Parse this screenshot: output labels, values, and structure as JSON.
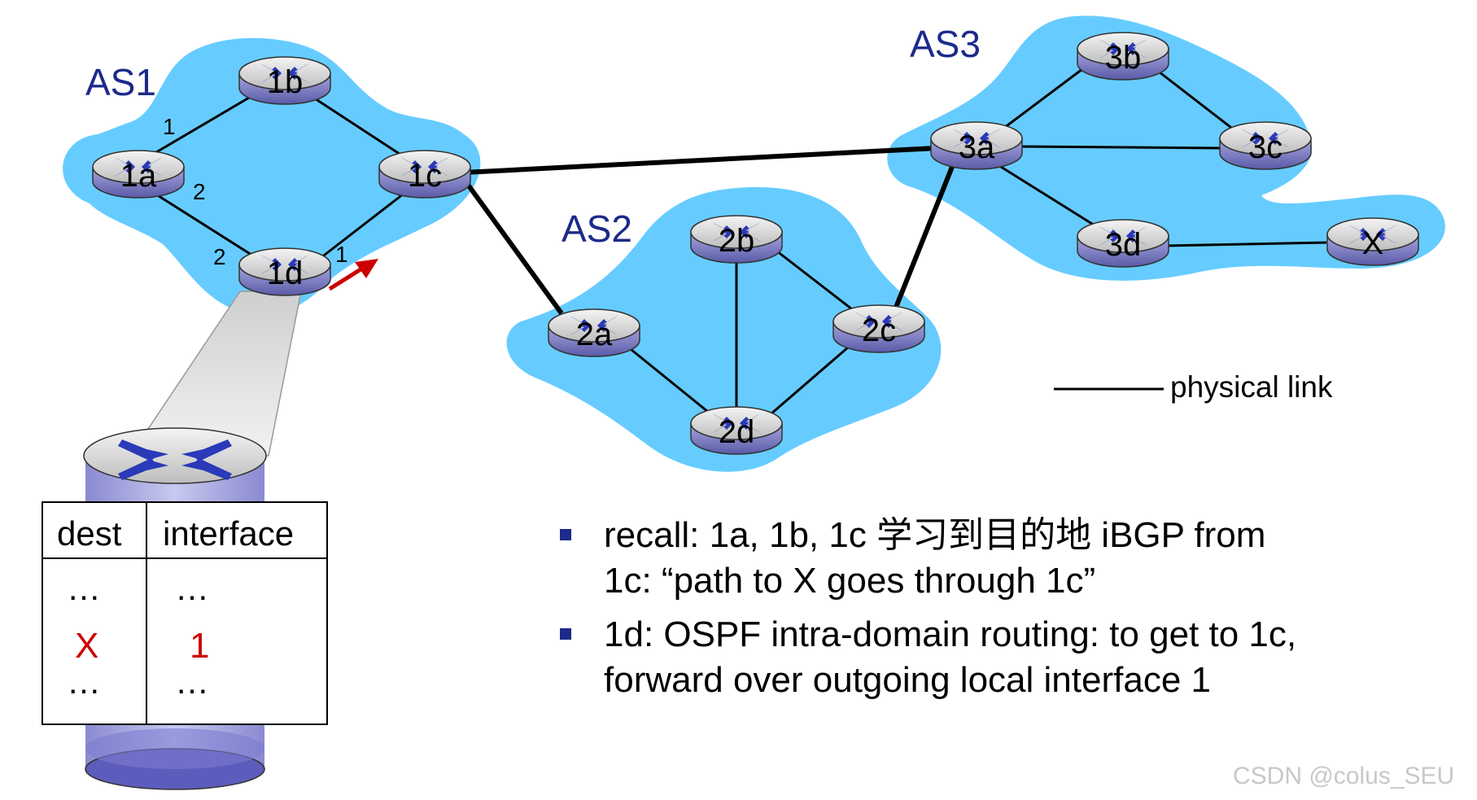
{
  "as_regions": [
    {
      "id": "as1",
      "label": "AS1"
    },
    {
      "id": "as2",
      "label": "AS2"
    },
    {
      "id": "as3",
      "label": "AS3"
    }
  ],
  "routers": [
    {
      "id": "1a",
      "label": "1a"
    },
    {
      "id": "1b",
      "label": "1b"
    },
    {
      "id": "1c",
      "label": "1c"
    },
    {
      "id": "1d",
      "label": "1d"
    },
    {
      "id": "2a",
      "label": "2a"
    },
    {
      "id": "2b",
      "label": "2b"
    },
    {
      "id": "2c",
      "label": "2c"
    },
    {
      "id": "2d",
      "label": "2d"
    },
    {
      "id": "3a",
      "label": "3a"
    },
    {
      "id": "3b",
      "label": "3b"
    },
    {
      "id": "3c",
      "label": "3c"
    },
    {
      "id": "3d",
      "label": "3d"
    },
    {
      "id": "x",
      "label": "X"
    }
  ],
  "interface_labels": [
    {
      "id": "1a-1b",
      "label": "1"
    },
    {
      "id": "1a-1d",
      "label": "2"
    },
    {
      "id": "1d-1a",
      "label": "2"
    },
    {
      "id": "1d-1c",
      "label": "1"
    }
  ],
  "legend": {
    "label": "physical link"
  },
  "forwarding_table": {
    "headers": [
      "dest",
      "interface"
    ],
    "rows": [
      {
        "dest": "…",
        "interface": "…",
        "highlight": false
      },
      {
        "dest": "X",
        "interface": "1",
        "highlight": true
      },
      {
        "dest": "…",
        "interface": "…",
        "highlight": false
      }
    ]
  },
  "bullets": [
    {
      "line1": "recall: 1a, 1b, 1c 学习到目的地 iBGP from",
      "line2": "1c: “path to X goes through 1c”"
    },
    {
      "line1": "1d: OSPF intra-domain routing: to get to 1c,",
      "line2": "forward over outgoing local interface 1"
    }
  ],
  "watermark": "CSDN @colus_SEU",
  "colors": {
    "as_fill": "#66ccff",
    "as_label": "#1c2a8a",
    "router_top": "#d8d8d8",
    "router_side": "#8080c0",
    "router_arrow": "#2030b0",
    "highlight": "#cc0000",
    "bullet": "#1c2a8a"
  },
  "icons": {
    "router": "router-icon",
    "bullet": "square-bullet"
  }
}
